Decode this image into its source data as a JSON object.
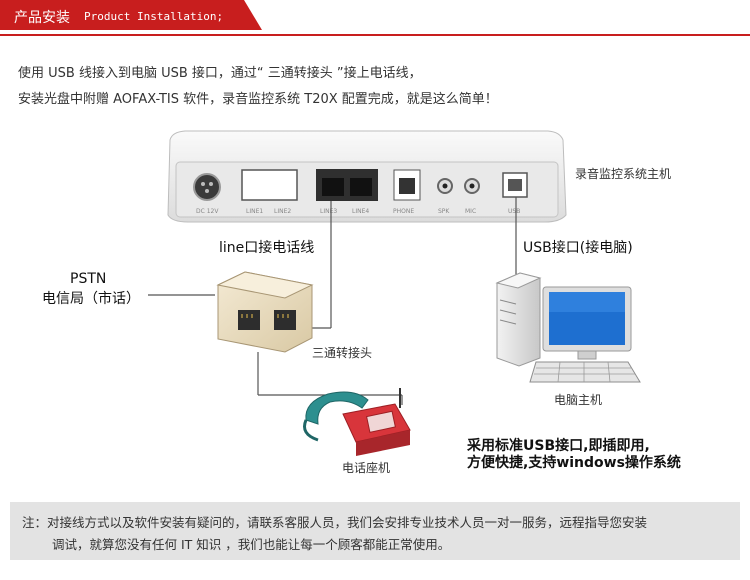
{
  "header": {
    "title_cn": "产品安装",
    "title_en": "Product Installation;"
  },
  "intro": {
    "line1": "使用 USB 线接入到电脑 USB 接口，通过“ 三通转接头 ”接上电话线，",
    "line2": "安装光盘中附赠 AOFAX-TIS 软件，录音监控系统 T20X 配置完成，就是这么简单！"
  },
  "labels": {
    "host": "录音监控系统主机",
    "line_port": "line口接电话线",
    "usb_port": "USB接口(接电脑)",
    "pstn_en": "PSTN",
    "pstn_cn": "电信局（市话）",
    "splitter": "三通转接头",
    "computer": "电脑主机",
    "phone": "电话座机",
    "feature1": "采用标准USB接口,即插即用,",
    "feature2": "方便快捷,支持windows操作系统"
  },
  "note": {
    "line1": "注：对接线方式以及软件安装有疑问的，请联系客服人员，我们会安排专业技术人员一对一服务，远程指导您安装",
    "line2": "调试，就算您没有任何 IT 知识 ，我们也能让每一个顾客都能正常使用。"
  },
  "colors": {
    "accent": "#c81e1e",
    "phone_red": "#d8353b",
    "phone_teal": "#2d8f8f",
    "note_bg": "#e3e3e3"
  }
}
